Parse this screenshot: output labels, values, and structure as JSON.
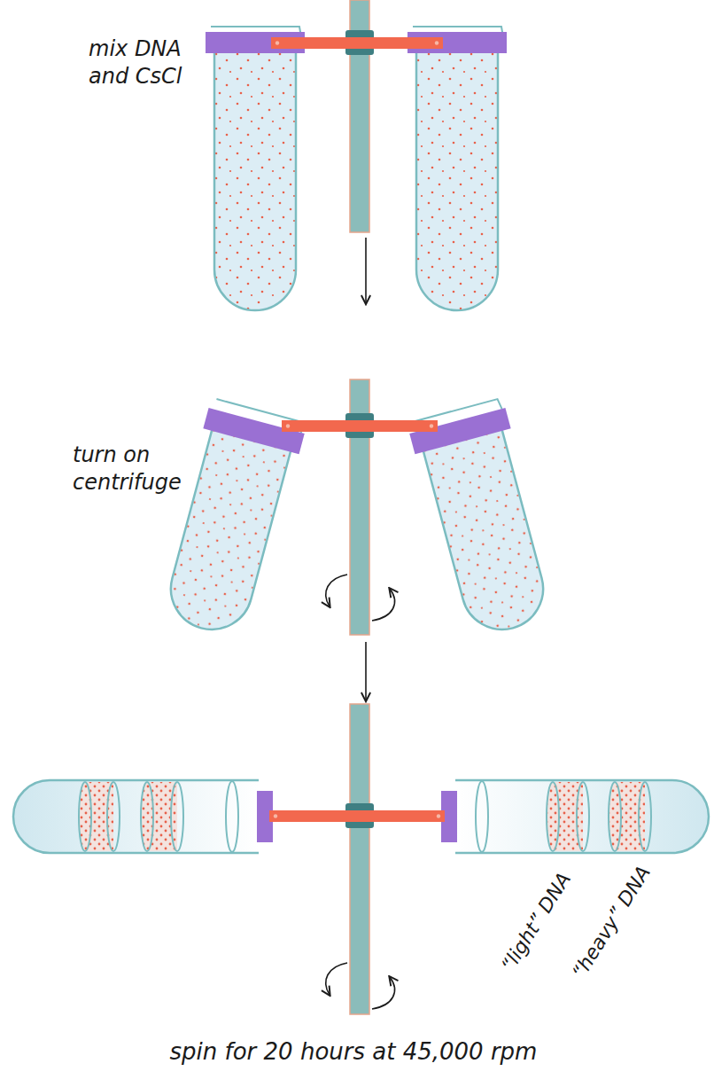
{
  "diagram": {
    "labels": [
      "mix DNA and CsCl",
      "turn on centrifuge",
      "“light” DNA",
      "“heavy” DNA",
      "spin for 20 hours at 45,000 rpm"
    ]
  }
}
